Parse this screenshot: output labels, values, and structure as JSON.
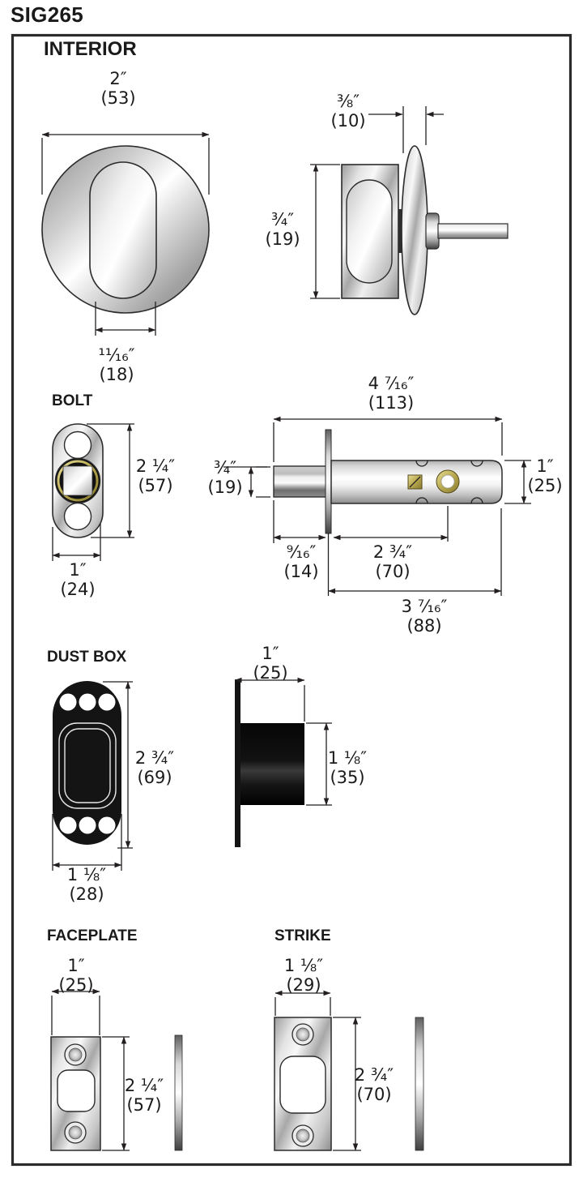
{
  "page": {
    "title": "SIG265",
    "section_label": "INTERIOR"
  },
  "labels": {
    "bolt": "BOLT",
    "dust_box": "DUST BOX",
    "faceplate": "FACEPLATE",
    "strike": "STRIKE"
  },
  "colors": {
    "line": "#231f20",
    "brass": "#b3a44c",
    "black_part": "#141414"
  },
  "dimensions": {
    "thumbturn_diameter": {
      "in": "2″",
      "mm": "(53)"
    },
    "thumbturn_width": {
      "in": "¹¹⁄₁₆″",
      "mm": "(18)"
    },
    "rosette_thickness": {
      "in": "⅜″",
      "mm": "(10)"
    },
    "thumbturn_height": {
      "in": "¾″",
      "mm": "(19)"
    },
    "bolt_face_height": {
      "in": "2 ¼″",
      "mm": "(57)"
    },
    "bolt_face_width": {
      "in": "1″",
      "mm": "(24)"
    },
    "bolt_overall_length": {
      "in": "4 ⁷⁄₁₆″",
      "mm": "(113)"
    },
    "bolt_head_height": {
      "in": "¾″",
      "mm": "(19)"
    },
    "bolt_body_height": {
      "in": "1″",
      "mm": "(25)"
    },
    "bolt_head_length": {
      "in": "⁹⁄₁₆″",
      "mm": "(14)"
    },
    "bolt_hole_distance": {
      "in": "2 ¾″",
      "mm": "(70)"
    },
    "bolt_body_length": {
      "in": "3 ⁷⁄₁₆″",
      "mm": "(88)"
    },
    "dustbox_height": {
      "in": "2 ¾″",
      "mm": "(69)"
    },
    "dustbox_width": {
      "in": "1 ⅛″",
      "mm": "(28)"
    },
    "dustbox_depth_width": {
      "in": "1″",
      "mm": "(25)"
    },
    "dustbox_depth_height": {
      "in": "1 ⅛″",
      "mm": "(35)"
    },
    "faceplate_width": {
      "in": "1″",
      "mm": "(25)"
    },
    "faceplate_height": {
      "in": "2 ¼″",
      "mm": "(57)"
    },
    "strike_width": {
      "in": "1 ⅛″",
      "mm": "(29)"
    },
    "strike_height": {
      "in": "2 ¾″",
      "mm": "(70)"
    }
  }
}
